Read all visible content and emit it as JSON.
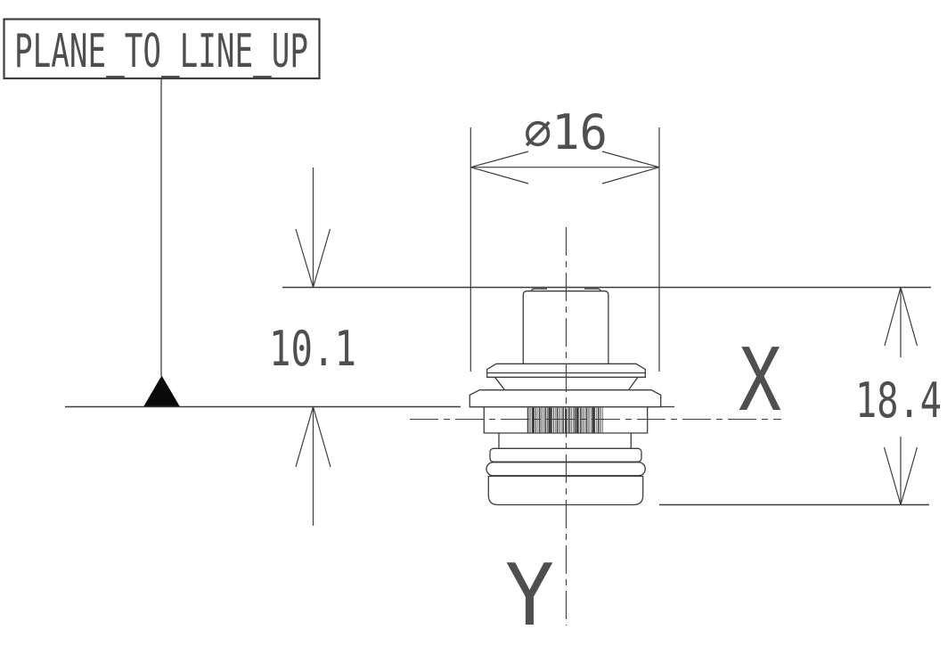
{
  "drawing": {
    "datum_label": "PLANE_TO_LINE_UP",
    "dimensions": {
      "diameter": {
        "text": "∅16",
        "value": 16,
        "kind": "diameter"
      },
      "upper_height": {
        "text": "10.1",
        "value": 10.1,
        "kind": "linear-vertical"
      },
      "total_height": {
        "text": "18.4",
        "value": 18.4,
        "kind": "linear-vertical"
      }
    },
    "axes": {
      "x_label": "X",
      "y_label": "Y"
    },
    "symbols": {
      "datum_triangle": "filled-datum-triangle"
    },
    "colors": {
      "line": "#3d3d3d",
      "text": "#4f4f4f",
      "datum_fill": "#0a0a0a",
      "background": "#ffffff"
    }
  }
}
